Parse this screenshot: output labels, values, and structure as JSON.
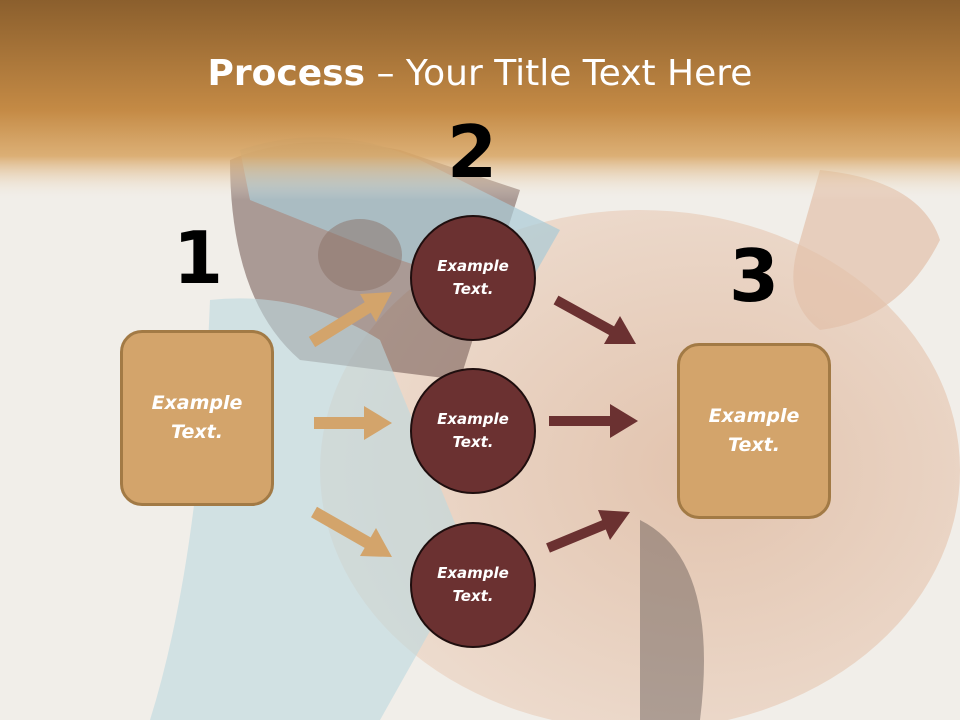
{
  "title": {
    "bold": "Process",
    "rest": " – Your Title Text Here"
  },
  "colors": {
    "tan": "#d3a46b",
    "maroon": "#6b3131",
    "header": "#c48a45"
  },
  "steps": [
    {
      "number": "1",
      "text": "Example\nText."
    },
    {
      "number": "2",
      "text": "Example\nText."
    },
    {
      "number": "3",
      "text": "Example\nText."
    }
  ],
  "middle": [
    {
      "text": "Example\nText."
    },
    {
      "text": "Example\nText."
    },
    {
      "text": "Example\nText."
    }
  ]
}
